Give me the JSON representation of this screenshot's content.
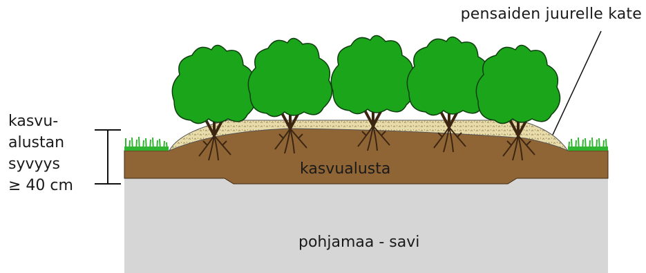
{
  "labels": {
    "mulch": "pensaiden juurelle kate",
    "depth_line1": "kasvu-",
    "depth_line2": "alustan",
    "depth_line3": "syvyys",
    "depth_line4": "≥ 40 cm",
    "growing_medium": "kasvualusta",
    "subsoil": "pohjamaa - savi"
  },
  "layers": [
    {
      "name": "subsoil",
      "label_ref": "labels.subsoil",
      "color": "#d6d6d6"
    },
    {
      "name": "growing-medium",
      "label_ref": "labels.growing_medium",
      "color": "#8f6535"
    },
    {
      "name": "mulch",
      "label_ref": "labels.mulch",
      "color": "#e6d9a9"
    },
    {
      "name": "grass",
      "color": "#2fb52f"
    }
  ],
  "shrubs": {
    "count": 5,
    "foliage_color": "#1aa51a",
    "trunk_color": "#3c2612",
    "root_color": "#3c2612"
  }
}
